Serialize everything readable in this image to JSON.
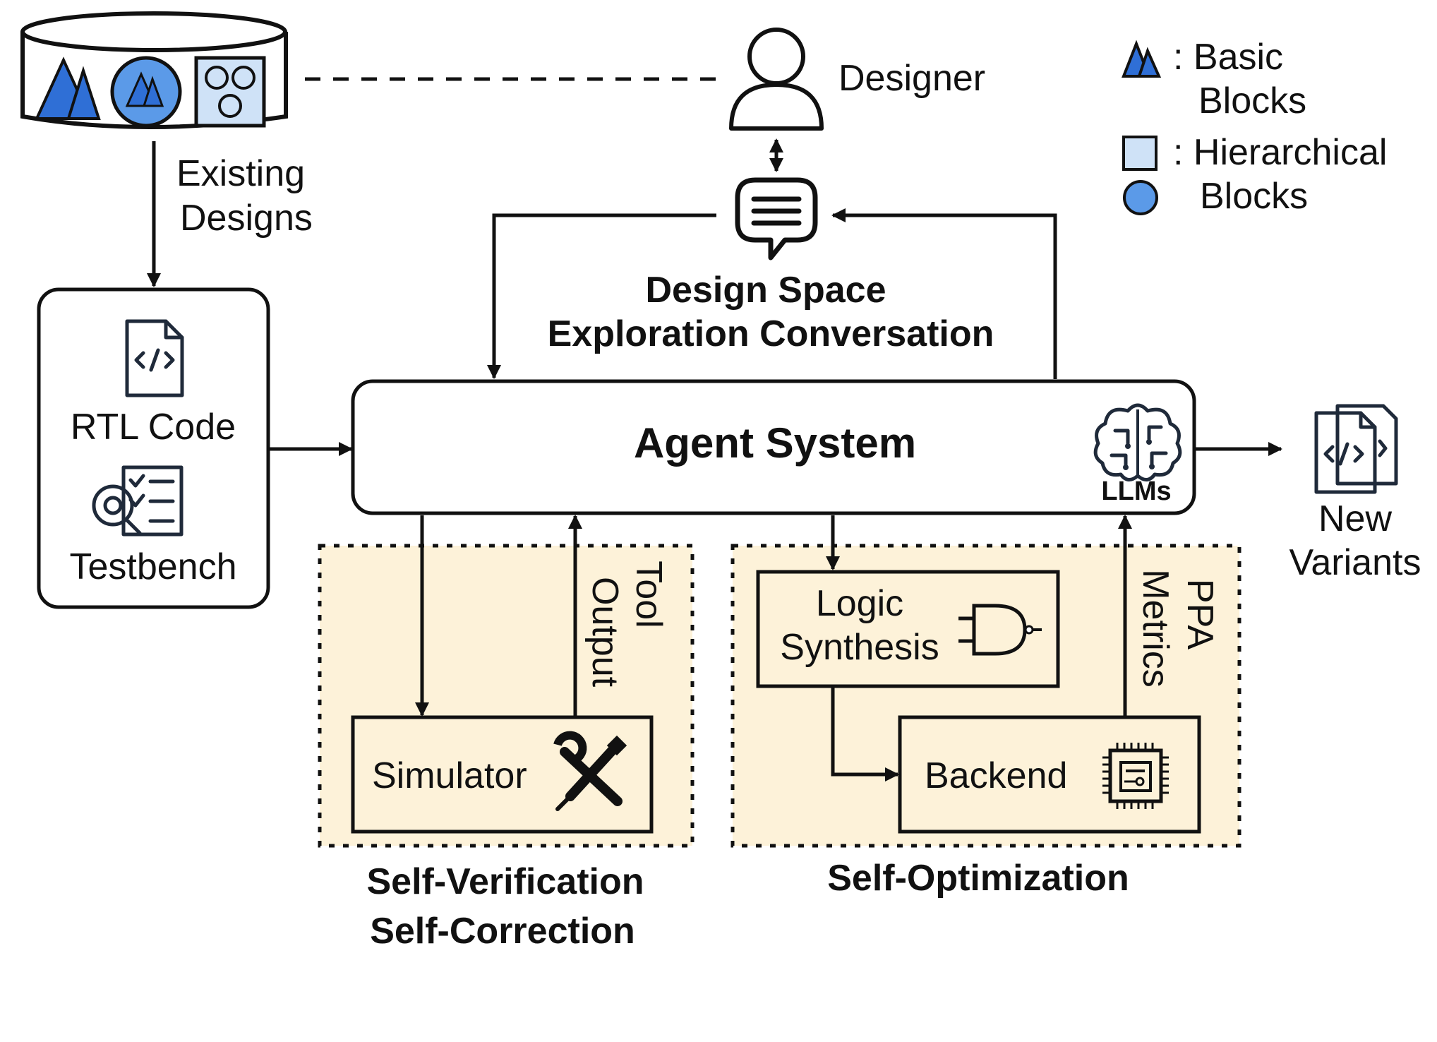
{
  "labels": {
    "existing_designs_line1": "Existing",
    "existing_designs_line2": "Designs",
    "designer": "Designer",
    "rtl_code": "RTL Code",
    "testbench": "Testbench",
    "dse_line1": "Design Space",
    "dse_line2": "Exploration Conversation",
    "agent_system": "Agent System",
    "llms": "LLMs",
    "new_variants_line1": "New",
    "new_variants_line2": "Variants",
    "simulator": "Simulator",
    "tool_output_line1": "Tool",
    "tool_output_line2": "Output",
    "logic_synthesis_line1": "Logic",
    "logic_synthesis_line2": "Synthesis",
    "backend": "Backend",
    "ppa_metrics_line1": "PPA",
    "ppa_metrics_line2": "Metrics",
    "self_verification": "Self-Verification",
    "self_correction": "Self-Correction",
    "self_optimization": "Self-Optimization"
  },
  "legend": {
    "basic_line1": ": Basic",
    "basic_line2": "Blocks",
    "hier_line1": ": Hierarchical",
    "hier_line2": "Blocks"
  },
  "colors": {
    "basic_block_blue": "#2f6fd6",
    "hierarchical_fill": "#cfe2f7",
    "circle_fill": "#5b9ae8",
    "loop_region_fill": "#fdf2d9"
  },
  "icons": [
    "database-icon",
    "person-icon",
    "chat-bubble-icon",
    "code-file-icon",
    "checklist-bug-icon",
    "brain-circuit-icon",
    "code-files-icon",
    "tools-icon",
    "and-gate-icon",
    "chip-icon"
  ]
}
